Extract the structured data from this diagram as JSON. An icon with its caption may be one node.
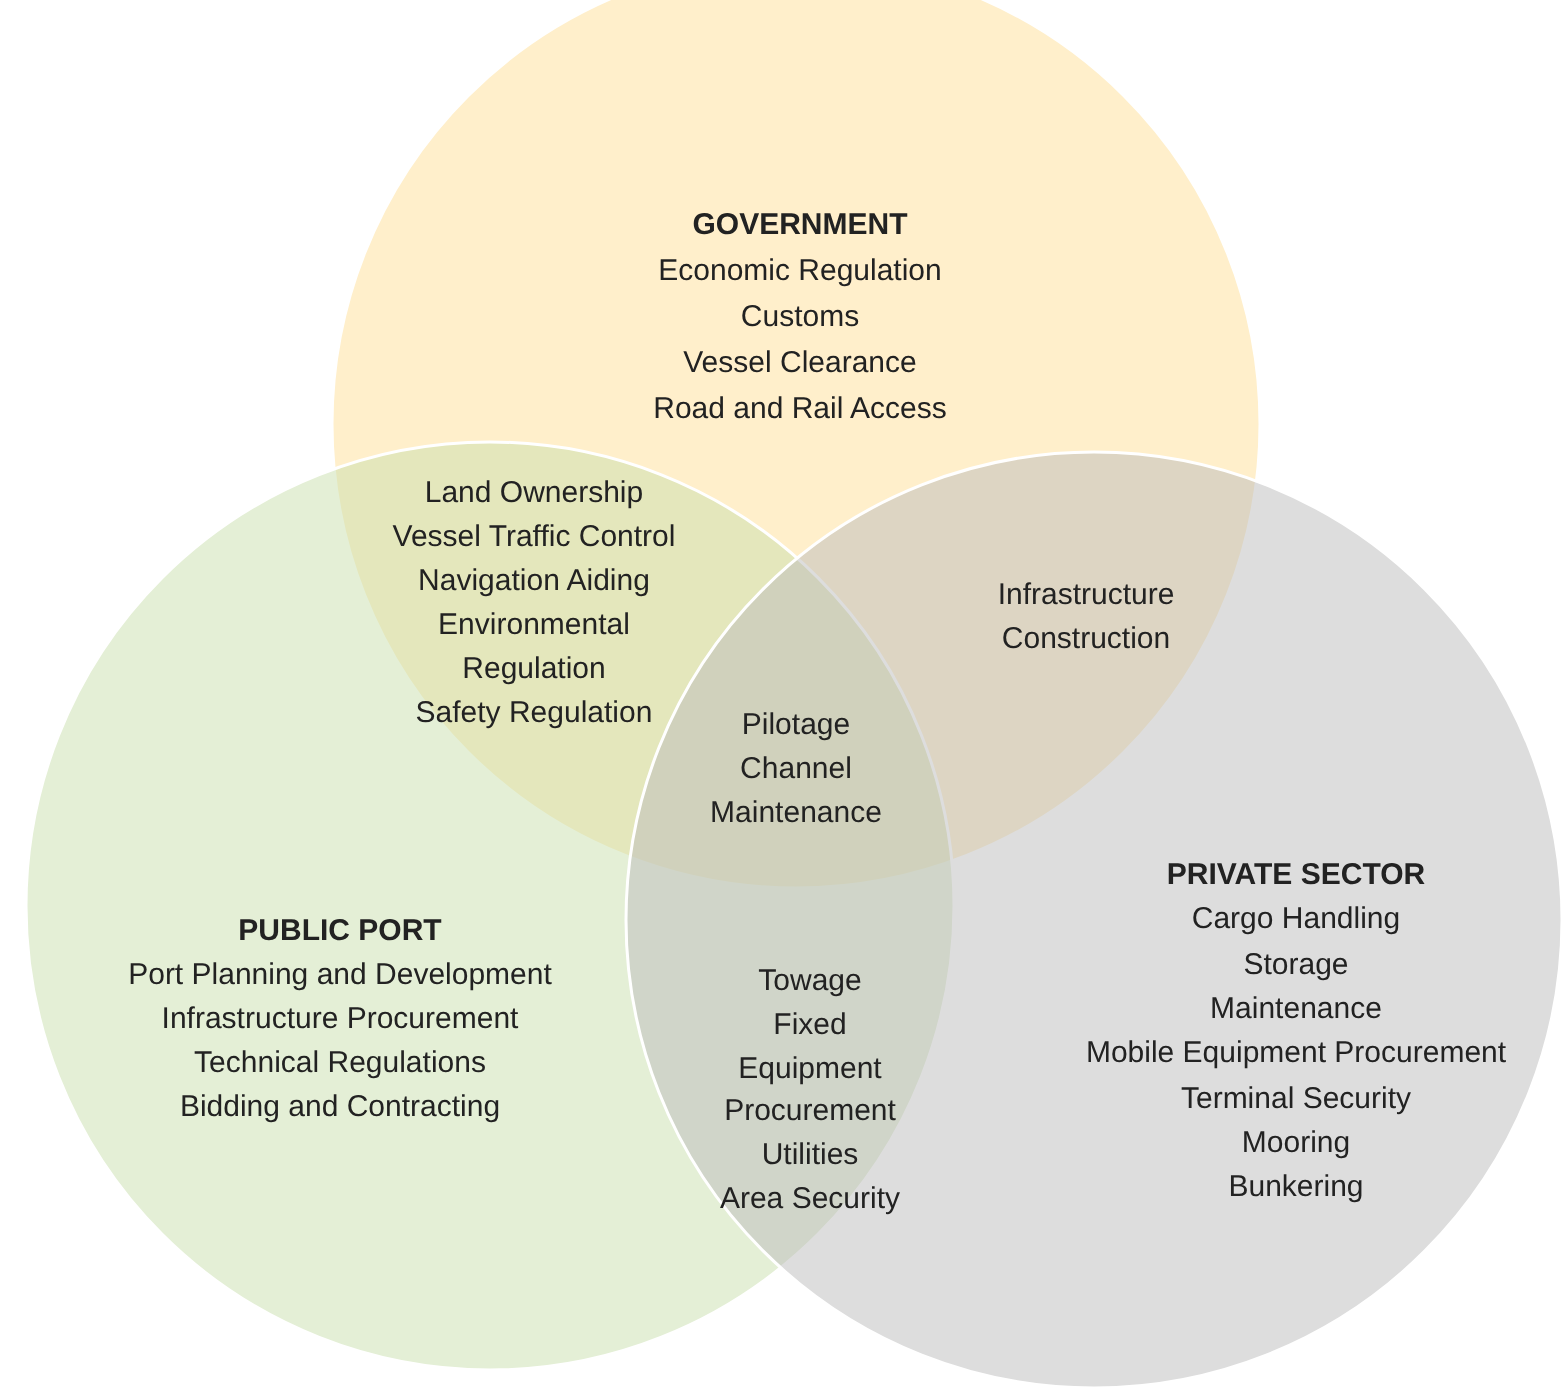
{
  "diagram": {
    "nodes": [
      {
        "text": [
          "GOVERNMENT",
          "Economic Regulation",
          "Customs",
          "Vessel Clearance",
          "Road and Rail Access"
        ]
      },
      {
        "text": [
          "PUBLIC PORT",
          "Port Planning and Development",
          "Infrastructure Procurement",
          "Technical Regulations",
          "Bidding and Contracting"
        ]
      },
      {
        "text": [
          "PRIVATE SECTOR",
          "Cargo Handling",
          "Storage",
          "Maintenance",
          "Mobile Equipment Procurement",
          "Terminal Security",
          "Mooring",
          "Bunkering"
        ]
      }
    ],
    "labels": [
      "Land Ownership",
      "Vessel Traffic Control",
      "Navigation Aiding",
      "Environmental Regulation",
      "Safety Regulation",
      "Infrastructure Construction",
      "Pilotage",
      "Channel Maintenance",
      "Towage",
      "Fixed Equipment Procurement",
      "Utilities",
      "Area Security"
    ]
  }
}
